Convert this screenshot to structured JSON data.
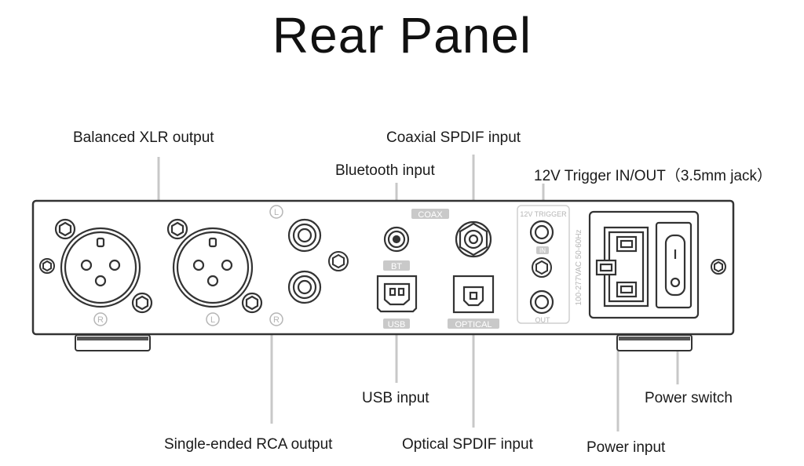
{
  "title": "Rear Panel",
  "callouts": {
    "balanced_xlr": "Balanced XLR output",
    "coaxial": "Coaxial SPDIF input",
    "bluetooth": "Bluetooth input",
    "trigger": "12V Trigger IN/OUT（3.5mm jack）",
    "usb": "USB input",
    "power_switch": "Power switch",
    "rca": "Single-ended RCA output",
    "optical": "Optical SPDIF input",
    "power_input": "Power input"
  },
  "panel_labels": {
    "xlr_left_marker": "R",
    "xlr_right_marker": "L",
    "rca_top_marker": "L",
    "rca_bottom_marker": "R",
    "coax": "COAX",
    "bt": "BT",
    "usb": "USB",
    "optical": "OPTICAL",
    "trigger_title": "12V TRIGGER",
    "trigger_in": "IN",
    "trigger_out": "OUT",
    "voltage": "100-277VAC 50-60Hz"
  }
}
